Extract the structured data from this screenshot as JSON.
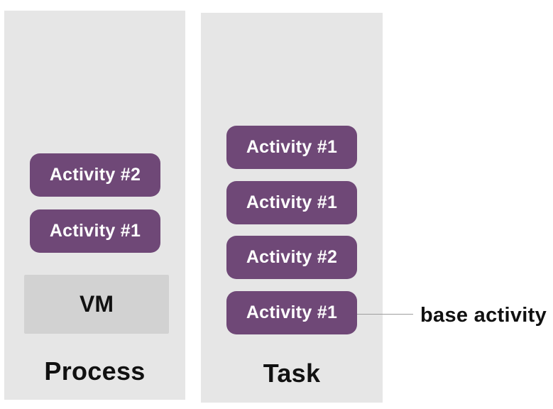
{
  "colors": {
    "column_bg": "#e6e6e6",
    "vm_bg": "#d2d2d2",
    "activity_bg": "#6f4877",
    "activity_text": "#ffffff",
    "label_text": "#111111",
    "annotation_line": "#9e9e9e",
    "annotation_text": "#111111"
  },
  "process_column": {
    "label": "Process",
    "vm_label": "VM",
    "activities": [
      "Activity #2",
      "Activity #1"
    ]
  },
  "task_column": {
    "label": "Task",
    "activities": [
      "Activity #1",
      "Activity #1",
      "Activity #2",
      "Activity #1"
    ]
  },
  "annotation": {
    "label": "base activity"
  }
}
